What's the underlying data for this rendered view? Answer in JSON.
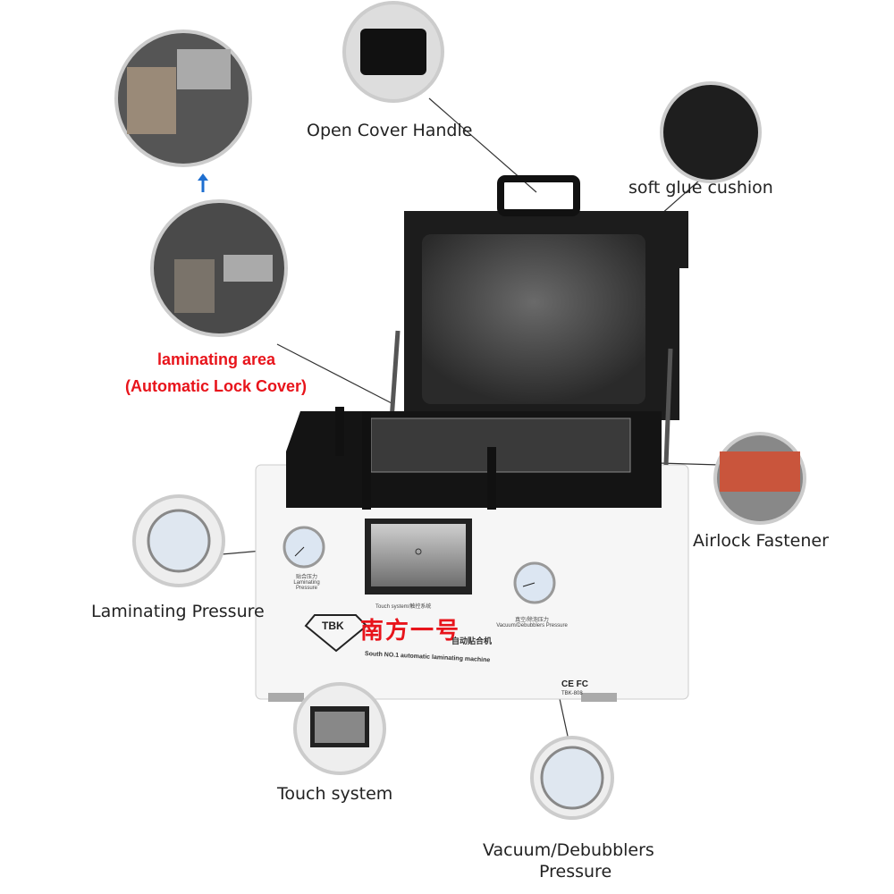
{
  "callouts": {
    "open_cover_handle": "Open Cover Handle",
    "soft_glue_cushion": "soft glue cushion",
    "laminating_area": "laminating area",
    "automatic_lock_cover": "(Automatic Lock Cover)",
    "airlock_fastener": "Airlock Fastener",
    "laminating_pressure": "Laminating Pressure",
    "touch_system": "Touch system",
    "vacuum_line1": "Vacuum/Debubblers",
    "vacuum_line2": "Pressure"
  },
  "machine": {
    "gauge_left_cn": "贴合压力",
    "gauge_left_en": "Laminating Pressure",
    "screen_label": "Touch system/触控系统",
    "gauge_right_cn": "真空/除泡压力",
    "gauge_right_en": "Vacuum/Debubblers Pressure",
    "brand": "TBK",
    "brand_cn": "南方一号",
    "subtitle_cn": "自动贴合机",
    "subtitle_en": "South NO.1 automatic laminating machine",
    "cert": "CE FC",
    "model": "TBK-808"
  },
  "colors": {
    "accent_red": "#e8141b",
    "arrow_blue": "#1e6fd0"
  }
}
